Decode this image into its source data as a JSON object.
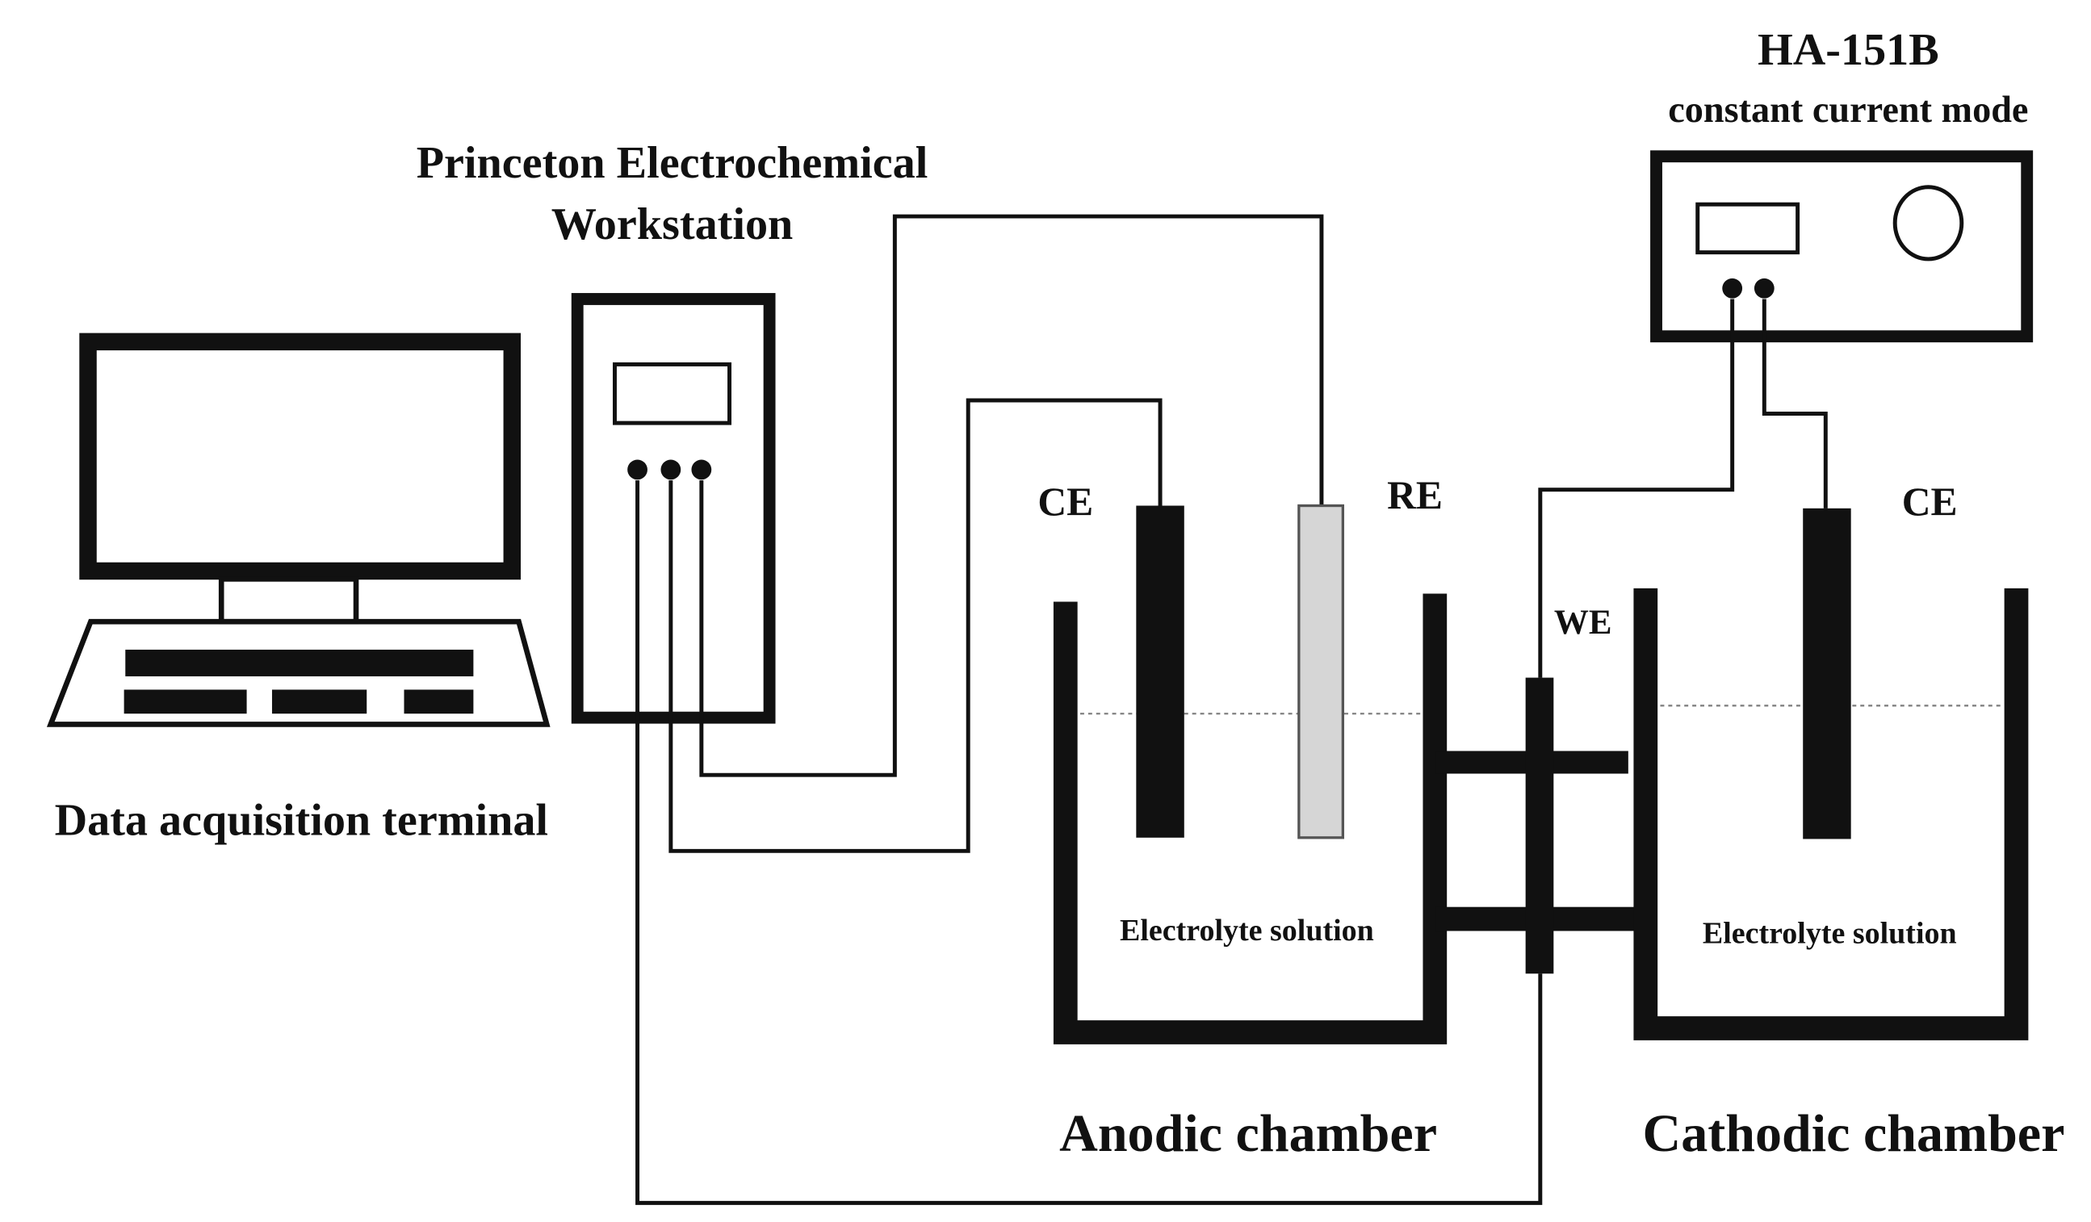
{
  "labels": {
    "workstation_line1": "Princeton Electrochemical",
    "workstation_line2": "Workstation",
    "power_supply_name": "HA-151B",
    "power_supply_mode": "constant current mode",
    "computer": "Data acquisition terminal",
    "ce_anodic": "CE",
    "re": "RE",
    "we": "WE",
    "ce_cathodic": "CE",
    "electrolyte_anodic": "Electrolyte solution",
    "electrolyte_cathodic": "Electrolyte solution",
    "anodic_chamber": "Anodic chamber",
    "cathodic_chamber": "Cathodic chamber"
  },
  "colors": {
    "line": "#111111",
    "reference_electrode_fill": "#d6d6d6",
    "background": "#ffffff"
  }
}
